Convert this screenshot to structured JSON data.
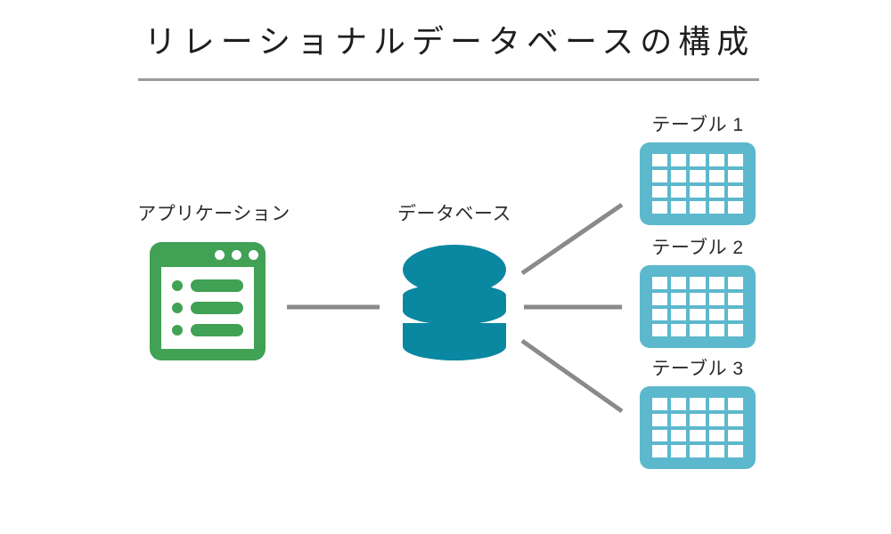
{
  "page": {
    "title": "リレーショナルデータベースの構成",
    "background_color": "#ffffff"
  },
  "colors": {
    "title_text": "#1e1e1e",
    "label_text": "#2b2b2b",
    "rule": "#9a9a9a",
    "application_green": "#41a155",
    "database_teal": "#0a87a1",
    "table_blue": "#5cb8cd",
    "connector_gray": "#8a8a8a"
  },
  "diagram": {
    "application": {
      "label": "アプリケーション",
      "icon": "application-window-icon",
      "window_dots": 3,
      "list_rows": 3
    },
    "database": {
      "label": "データベース",
      "icon": "database-cylinder-icon",
      "disc_count": 3
    },
    "tables": [
      {
        "label": "テーブル 1",
        "icon": "table-grid-icon",
        "columns": 5,
        "rows": 4
      },
      {
        "label": "テーブル 2",
        "icon": "table-grid-icon",
        "columns": 5,
        "rows": 4
      },
      {
        "label": "テーブル 3",
        "icon": "table-grid-icon",
        "columns": 5,
        "rows": 4
      }
    ],
    "connectors": [
      {
        "name": "application-to-database",
        "from": "application",
        "to": "database",
        "style": "horizontal"
      },
      {
        "name": "database-to-table-1",
        "from": "database",
        "to": "テーブル 1",
        "style": "diagonal-up"
      },
      {
        "name": "database-to-table-2",
        "from": "database",
        "to": "テーブル 2",
        "style": "horizontal"
      },
      {
        "name": "database-to-table-3",
        "from": "database",
        "to": "テーブル 3",
        "style": "diagonal-down"
      }
    ]
  }
}
